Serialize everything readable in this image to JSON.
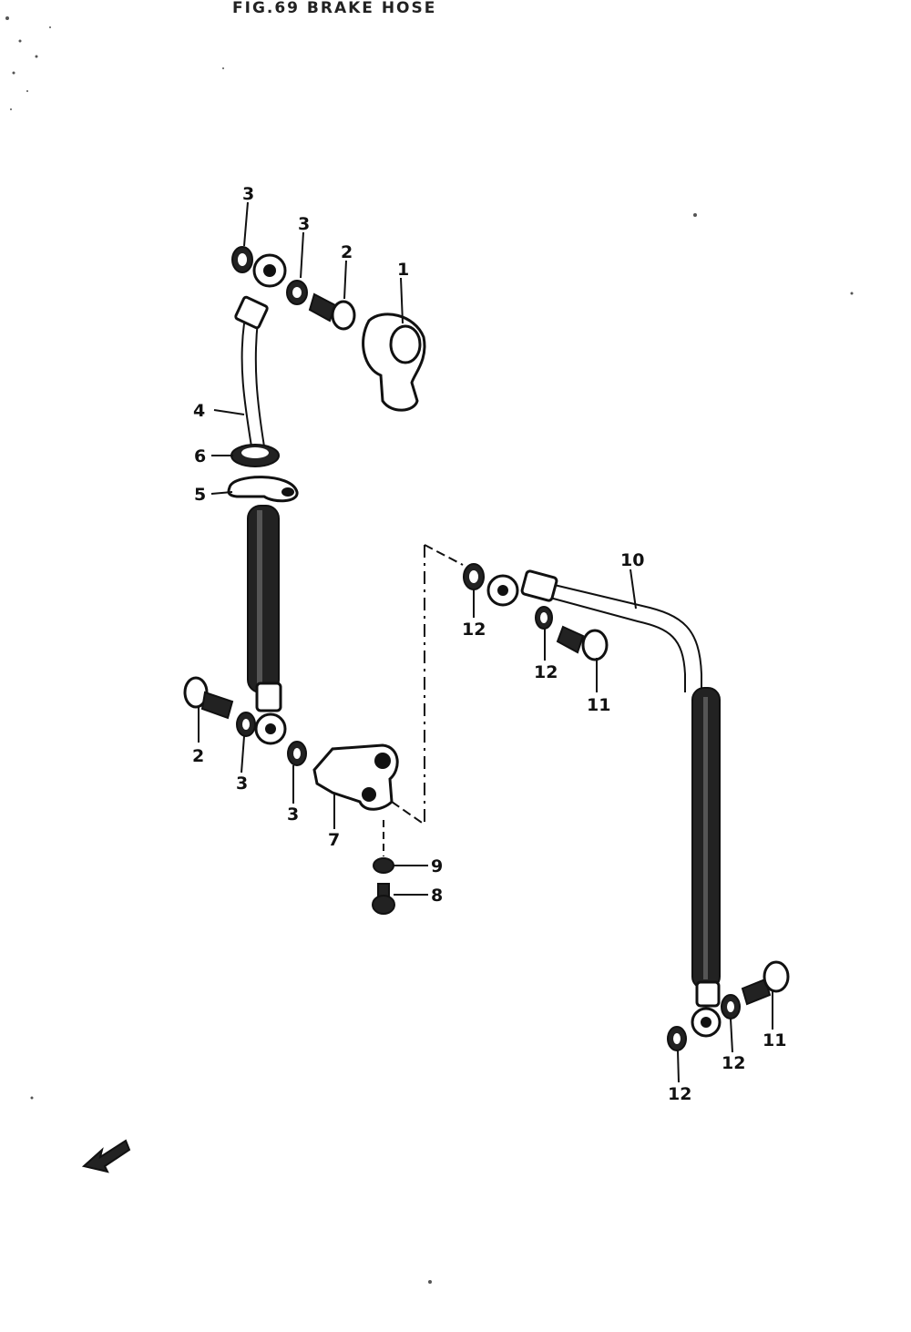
{
  "title": "FIG.69  BRAKE HOSE",
  "callouts": [
    {
      "id": "c3a",
      "text": "3"
    },
    {
      "id": "c3b",
      "text": "3"
    },
    {
      "id": "c2a",
      "text": "2"
    },
    {
      "id": "c1",
      "text": "1"
    },
    {
      "id": "c4",
      "text": "4"
    },
    {
      "id": "c6",
      "text": "6"
    },
    {
      "id": "c5",
      "text": "5"
    },
    {
      "id": "c2b",
      "text": "2"
    },
    {
      "id": "c3c",
      "text": "3"
    },
    {
      "id": "c3d",
      "text": "3"
    },
    {
      "id": "c7",
      "text": "7"
    },
    {
      "id": "c9",
      "text": "9"
    },
    {
      "id": "c8",
      "text": "8"
    },
    {
      "id": "c10",
      "text": "10"
    },
    {
      "id": "c12a",
      "text": "12"
    },
    {
      "id": "c12b",
      "text": "12"
    },
    {
      "id": "c11a",
      "text": "11"
    },
    {
      "id": "c11b",
      "text": "11"
    },
    {
      "id": "c12c",
      "text": "12"
    },
    {
      "id": "c12d",
      "text": "12"
    }
  ]
}
